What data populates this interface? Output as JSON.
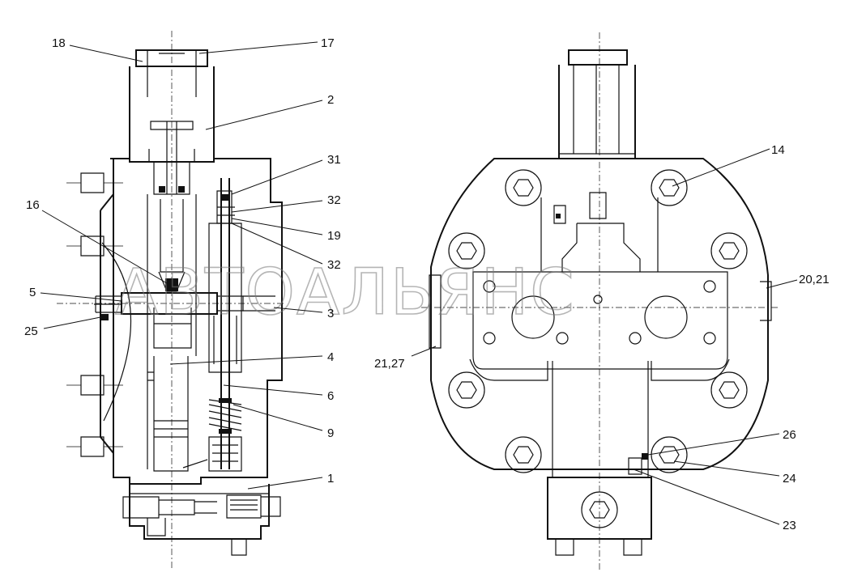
{
  "callouts": {
    "c18": "18",
    "c17": "17",
    "c2": "2",
    "c31": "31",
    "c32a": "32",
    "c19": "19",
    "c16": "16",
    "c32b": "32",
    "c5": "5",
    "c3": "3",
    "c25": "25",
    "c4": "4",
    "c6": "6",
    "c9": "9",
    "c1": "1",
    "c14": "14",
    "c2021": "20,21",
    "c2127": "21,27",
    "c26": "26",
    "c24": "24",
    "c23": "23"
  },
  "watermark": "АВТОАЛЬЯНС"
}
